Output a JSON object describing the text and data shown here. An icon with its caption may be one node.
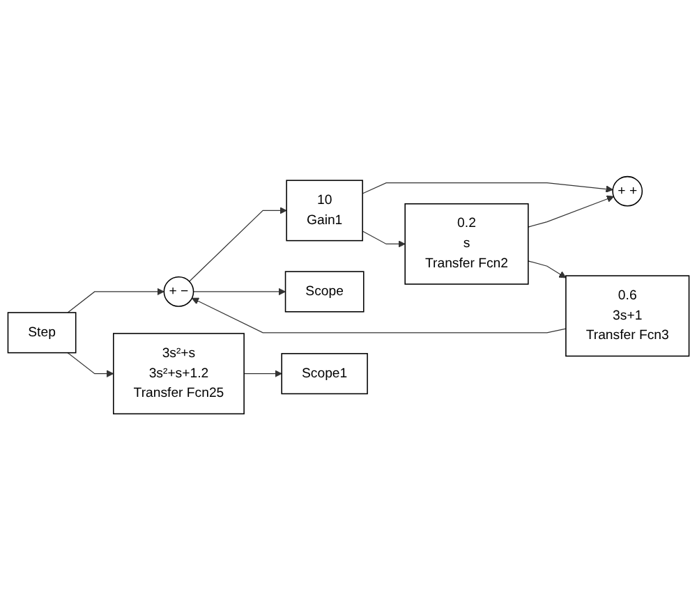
{
  "diagram": {
    "nodes": [
      {
        "text": [
          "Step"
        ]
      },
      {
        "text": [
          "+",
          "−"
        ]
      },
      {
        "text": [
          "10",
          "Gain1"
        ]
      },
      {
        "text": [
          "Scope"
        ]
      },
      {
        "text": [
          "+",
          "+"
        ]
      },
      {
        "text": [
          "0.2",
          "s",
          "Transfer Fcn2"
        ]
      },
      {
        "text": [
          "0.6",
          "3s+1",
          "Transfer Fcn3"
        ]
      },
      {
        "text": [
          "3s²+s",
          "3s²+s+1.2",
          "Transfer Fcn25"
        ]
      },
      {
        "text": [
          "Scope1"
        ]
      }
    ],
    "edges": [
      {
        "from": 0,
        "to": 1,
        "arrow": "to"
      },
      {
        "from": 0,
        "to": 7,
        "arrow": "to"
      },
      {
        "from": 1,
        "to": 2,
        "arrow": "to"
      },
      {
        "from": 1,
        "to": 3,
        "arrow": "to"
      },
      {
        "from": 2,
        "to": 4,
        "arrow": "to"
      },
      {
        "from": 2,
        "to": 5,
        "arrow": "to"
      },
      {
        "from": 5,
        "to": 4,
        "arrow": "to"
      },
      {
        "from": 5,
        "to": 6,
        "arrow": "to"
      },
      {
        "from": 6,
        "to": 1,
        "arrow": "to"
      },
      {
        "from": 7,
        "to": 8,
        "arrow": "to"
      }
    ]
  }
}
